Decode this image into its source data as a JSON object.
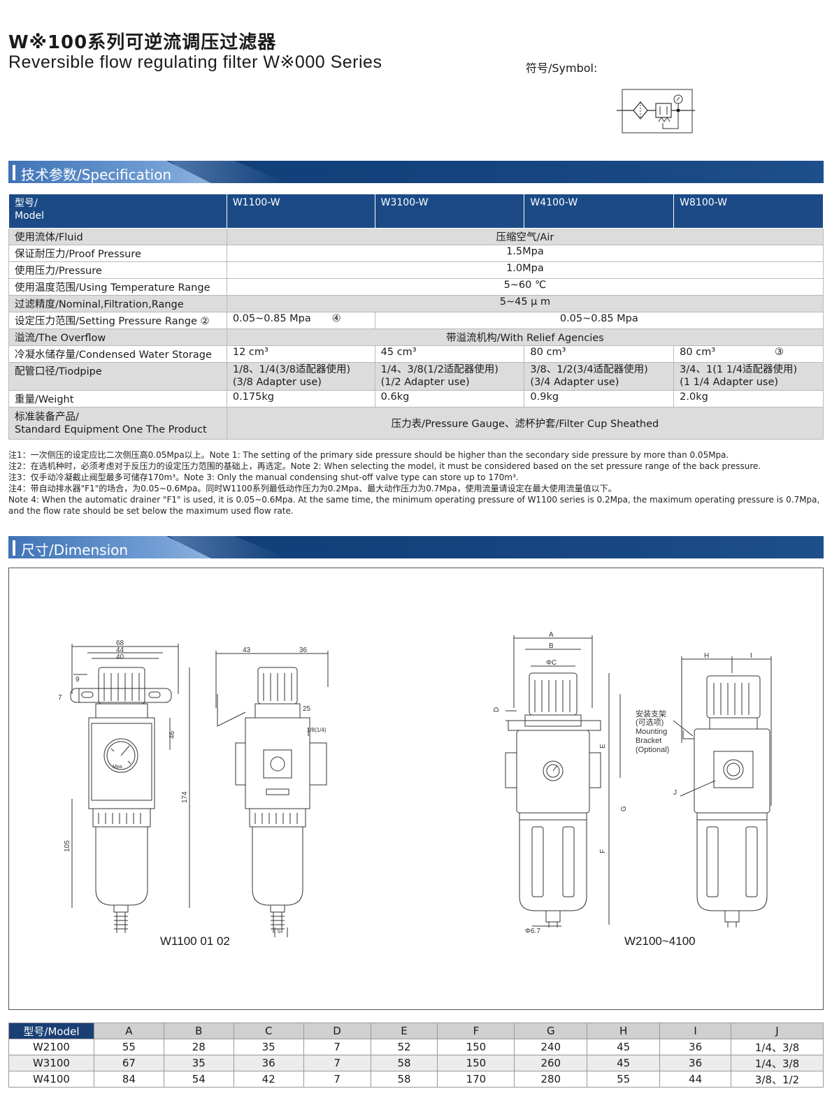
{
  "header": {
    "title_cn": "W※100系列可逆流调压过滤器",
    "title_en": "Reversible flow regulating filter W※000 Series",
    "symbol_label": "符号/Symbol:"
  },
  "spec_section": {
    "title": "技术参数/Specification"
  },
  "spec_table": {
    "header": {
      "label": "型号/\nModel",
      "models": [
        "W1100-W",
        "W3100-W",
        "W4100-W",
        "W8100-W"
      ]
    },
    "fluid": {
      "label": "使用流体/Fluid",
      "value": "压缩空气/Air"
    },
    "proof": {
      "label": "保证耐压力/Proof Pressure",
      "value": "1.5Mpa"
    },
    "pressure": {
      "label": "使用压力/Pressure",
      "value": "1.0Mpa"
    },
    "temp": {
      "label": "使用温度范围/Using Temperature Range",
      "value": "5~60 ℃"
    },
    "filtration": {
      "label": "过滤精度/Nominal,Filtration,Range",
      "value": "5~45 μ m"
    },
    "setting": {
      "label": "设定压力范围/Setting Pressure Range ②",
      "v1": "0.05~0.85 Mpa",
      "mark": "④",
      "v2": "0.05~0.85 Mpa"
    },
    "overflow": {
      "label": "溢流/The Overflow",
      "value": "带溢流机构/With Relief Agencies"
    },
    "water": {
      "label": "冷凝水储存量/Condensed Water Storage",
      "values": [
        "12 cm³",
        "45 cm³",
        "80 cm³",
        "80 cm³"
      ],
      "mark": "③"
    },
    "pipe": {
      "label": "配管口径/Tiodpipe",
      "line1": [
        "1/8、1/4(3/8适配器使用)",
        "1/4、3/8(1/2适配器使用)",
        "3/8、1/2(3/4适配器使用)",
        "3/4、1(1 1/4适配器使用)"
      ],
      "line2": [
        "(3/8 Adapter use)",
        "(1/2 Adapter use)",
        "(3/4 Adapter use)",
        "(1 1/4 Adapter use)"
      ]
    },
    "weight": {
      "label": "重量/Weight",
      "values": [
        "0.175kg",
        "0.6kg",
        "0.9kg",
        "2.0kg"
      ]
    },
    "standard": {
      "label1": "标准装备产品/",
      "label2": "Standard Equipment One The Product",
      "value": "压力表/Pressure Gauge、滤杯护套/Filter Cup Sheathed"
    }
  },
  "notes": [
    "注1：一次侧压的设定应比二次侧压高0.05Mpa以上。Note 1: The setting of the primary side pressure should be higher than the secondary side pressure by more than 0.05Mpa.",
    "注2：在选机种时，必须考虑对于反压力的设定压力范围的基础上，再选定。Note 2: When selecting the model, it must be considered based on the set pressure range of the back pressure.",
    "注3：仅手动冷凝截止阀型最多可储存170m³。Note 3: Only the manual condensing shut-off valve type can store up to 170m³.",
    "注4：带自动排水器\"F1\"的场合，为0.05~0.6Mpa。同时W1100系列最低动作压力为0.2Mpa、最大动作压力为0.7Mpa，使用流量请设定在最大使用流量值以下。",
    "Note 4: When the automatic drainer \"F1\" is used, it is 0.05~0.6Mpa. At the same time, the minimum operating pressure of W1100 series is 0.2Mpa, the maximum operating pressure is 0.7Mpa,",
    "and the flow rate should be set below the maximum used flow rate."
  ],
  "dim_section": {
    "title": "尺寸/Dimension"
  },
  "drawings": {
    "left_caption": "W1100  01  02",
    "right_caption": "W2100~4100",
    "left_dims": [
      "68",
      "44",
      "40",
      "9",
      "7",
      "43",
      "36",
      "46",
      "25",
      "1/8(1/4)",
      "174",
      "105",
      "5"
    ],
    "right_dims": [
      "A",
      "B",
      "ΦC",
      "D",
      "E",
      "G",
      "F",
      "H",
      "I",
      "J",
      "Φ6.7"
    ],
    "bracket_cn1": "安装支架",
    "bracket_cn2": "(可选项)",
    "bracket_en1": "Mounting",
    "bracket_en2": "Bracket",
    "bracket_en3": "(Optional)",
    "gauge_unit": "Mpa"
  },
  "model_table": {
    "headers": [
      "型号/Model",
      "A",
      "B",
      "C",
      "D",
      "E",
      "F",
      "G",
      "H",
      "I",
      "J"
    ],
    "rows": [
      [
        "W2100",
        "55",
        "28",
        "35",
        "7",
        "52",
        "150",
        "240",
        "45",
        "36",
        "1/4、3/8"
      ],
      [
        "W3100",
        "67",
        "35",
        "36",
        "7",
        "58",
        "150",
        "260",
        "45",
        "36",
        "1/4、3/8"
      ],
      [
        "W4100",
        "84",
        "54",
        "42",
        "7",
        "58",
        "170",
        "280",
        "55",
        "44",
        "3/8、1/2"
      ]
    ]
  },
  "colors": {
    "section_blue": "#14427c",
    "header_blue": "#1b4a86",
    "row_grey": "#dcdcdc"
  }
}
